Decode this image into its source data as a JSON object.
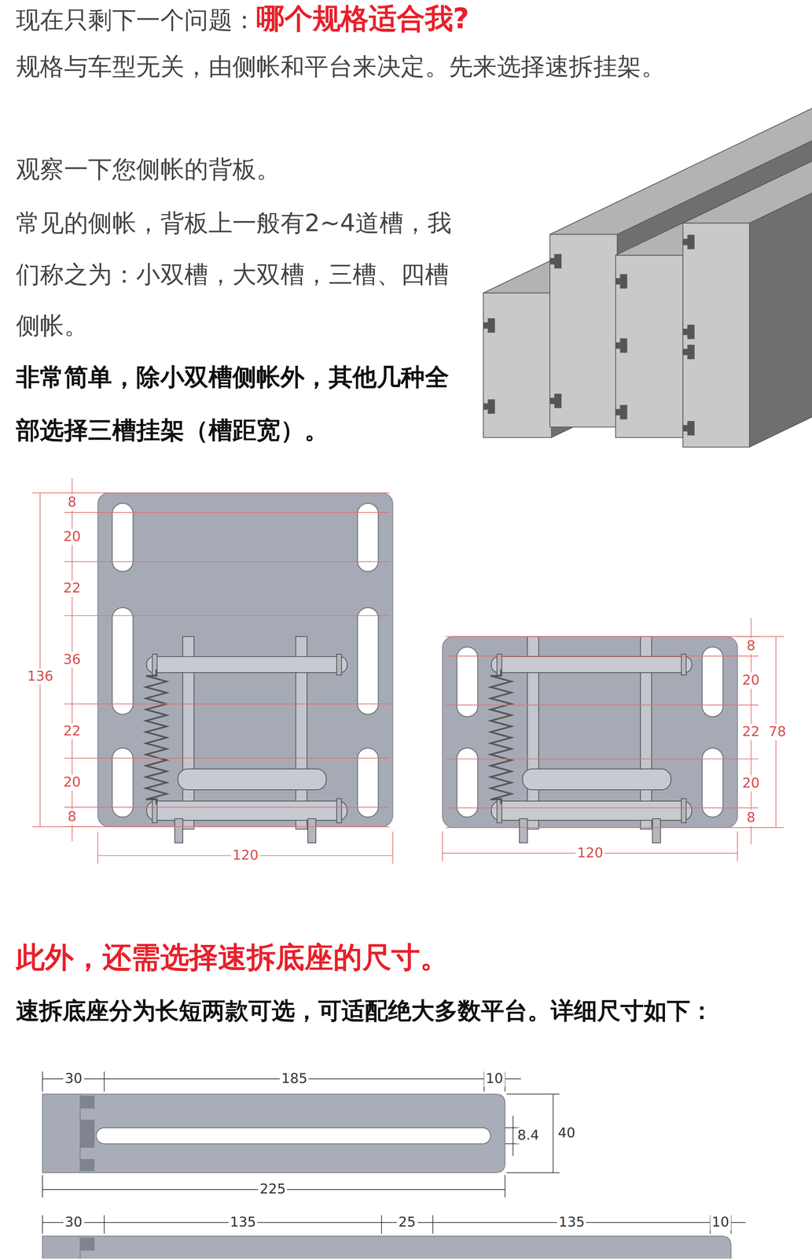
{
  "diagram": {
    "labels": [
      "现在只剩下一个问题：",
      "哪个规格适合我?",
      "规格与车型无关，由侧帐和平台来决定。先来选择速拆挂架。",
      "观察一下您侧帐的背板。",
      "常见的侧帐，背板上一般有2~4道槽，我们称之为：小双槽，大双槽，三槽、四槽侧帐。",
      "非常简单，除小双槽侧帐外，其他几种全部选择三槽挂架（槽距宽）。",
      "8",
      "20",
      "22",
      "36",
      "22",
      "20",
      "8",
      "136",
      "120",
      "8",
      "20",
      "22",
      "20",
      "8",
      "78",
      "120",
      "此外，还需选择速拆底座的尺寸。",
      "速拆底座分为长短两款可选，可适配绝大多数平台。详细尺寸如下：",
      "30",
      "185",
      "10",
      "8.4",
      "40",
      "225",
      "30",
      "135",
      "25",
      "135",
      "10"
    ]
  }
}
